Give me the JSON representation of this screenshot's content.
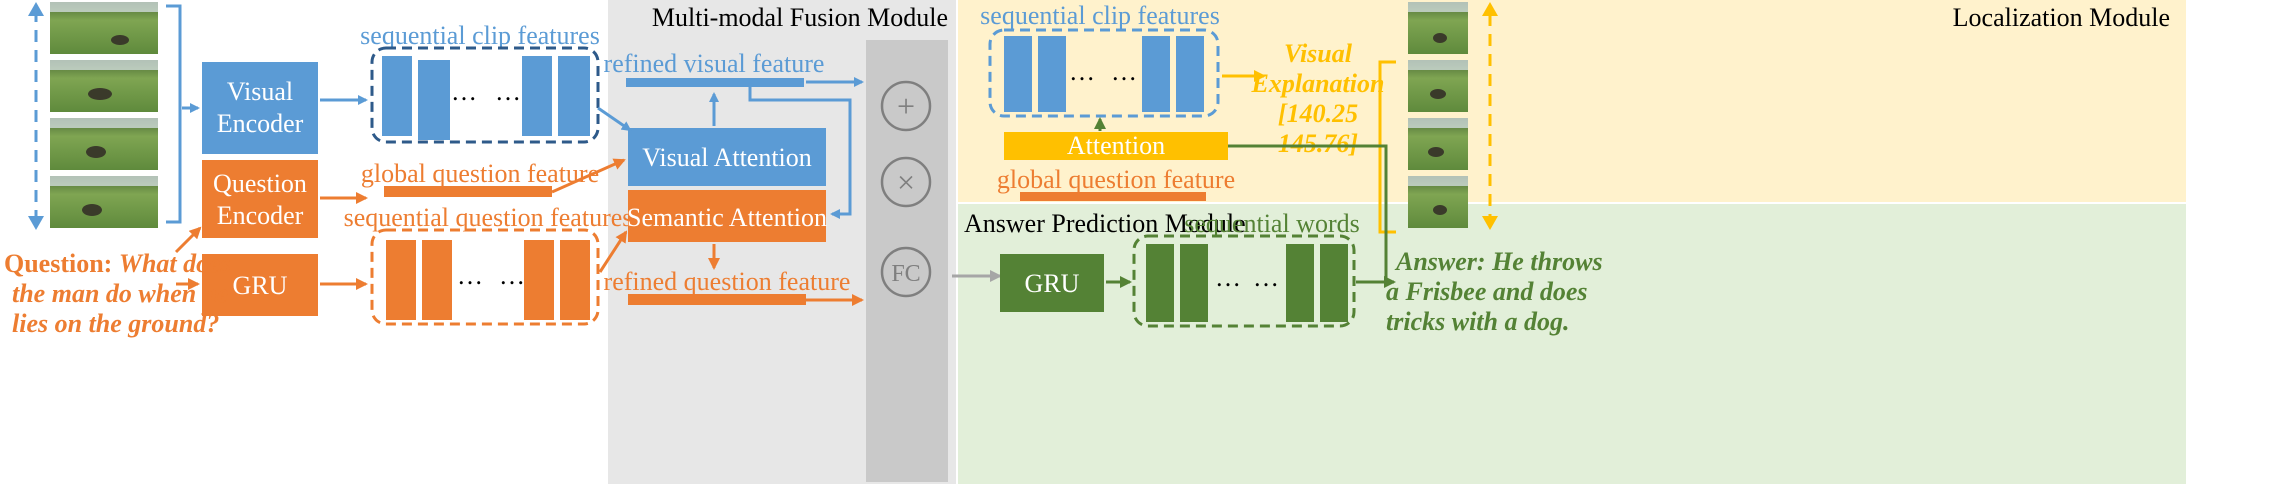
{
  "colors": {
    "blue": "#5b9bd5",
    "orange": "#ed7d31",
    "green": "#548235",
    "yellow": "#ffc000",
    "dark_blue": "#2e5a8a",
    "gray_panel": "#e7e7e7",
    "fusion_column": "#c9c9c9",
    "localization_bg": "#fff2cc",
    "answer_bg": "#e2efd9"
  },
  "modules": {
    "fusion": "Multi-modal Fusion Module",
    "localization": "Localization Module",
    "answer": "Answer Prediction Module"
  },
  "encoders": {
    "visual_line1": "Visual",
    "visual_line2": "Encoder",
    "question_line1": "Question",
    "question_line2": "Encoder",
    "gru": "GRU"
  },
  "features": {
    "sequential_clip": "sequential clip features",
    "global_question": "global question feature",
    "sequential_question": "sequential question features",
    "refined_visual": "refined visual feature",
    "refined_question": "refined question feature",
    "loc_sequential_clip": "sequential clip features",
    "loc_global_question": "global question feature",
    "sequential_words": "sequential words",
    "ellipsis": "…"
  },
  "attention": {
    "visual": "Visual Attention",
    "semantic": "Semantic Attention",
    "localization": "Attention"
  },
  "fusion_ops": {
    "add": "+",
    "multiply": "×",
    "fc": "FC"
  },
  "answer_gru": "GRU",
  "question": {
    "prefix": "Question:",
    "line1": "What does",
    "line2": "the man do when he",
    "line3": "lies on the ground?"
  },
  "answer": {
    "prefix": "Answer:",
    "line1": "He throws",
    "line2": "a Frisbee and does",
    "line3": "tricks with a dog."
  },
  "visual_explanation": {
    "line1": "Visual",
    "line2": "Explanation",
    "line3": "[140.25",
    "line4": "145.76]"
  },
  "thumbnails": {
    "description": "video frames: grass field with a man playing frisbee with a dog"
  }
}
